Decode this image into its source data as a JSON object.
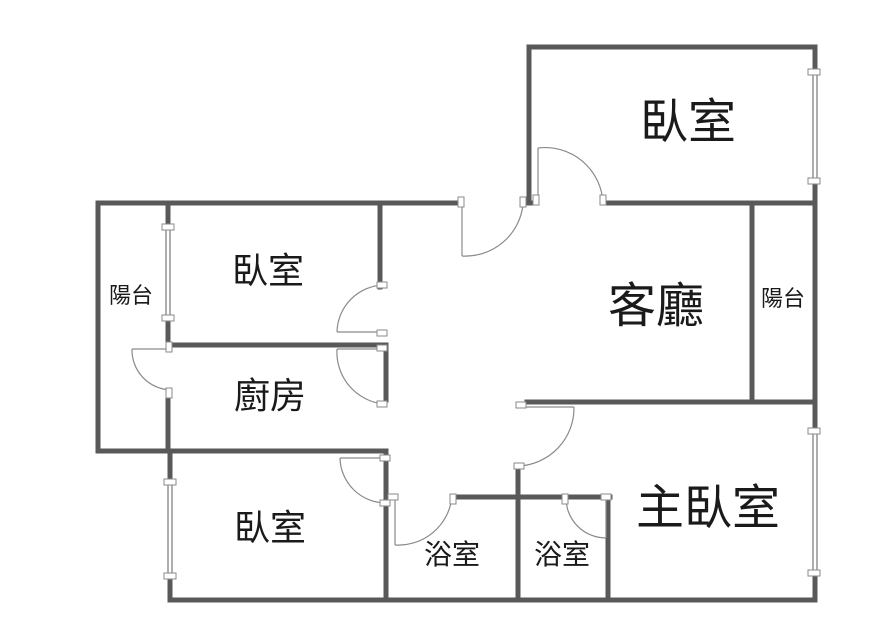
{
  "rooms": {
    "bedroom_top": "臥室",
    "living_room": "客廳",
    "balcony_right": "陽台",
    "bedroom_left": "臥室",
    "balcony_left": "陽台",
    "kitchen": "廚房",
    "bedroom_bottom": "臥室",
    "bath_1": "浴室",
    "bath_2": "浴室",
    "master_bedroom": "主臥室"
  },
  "colors": {
    "wall": "#595959",
    "fixture": "#8a8a8a",
    "text": "#1a1a1a"
  }
}
